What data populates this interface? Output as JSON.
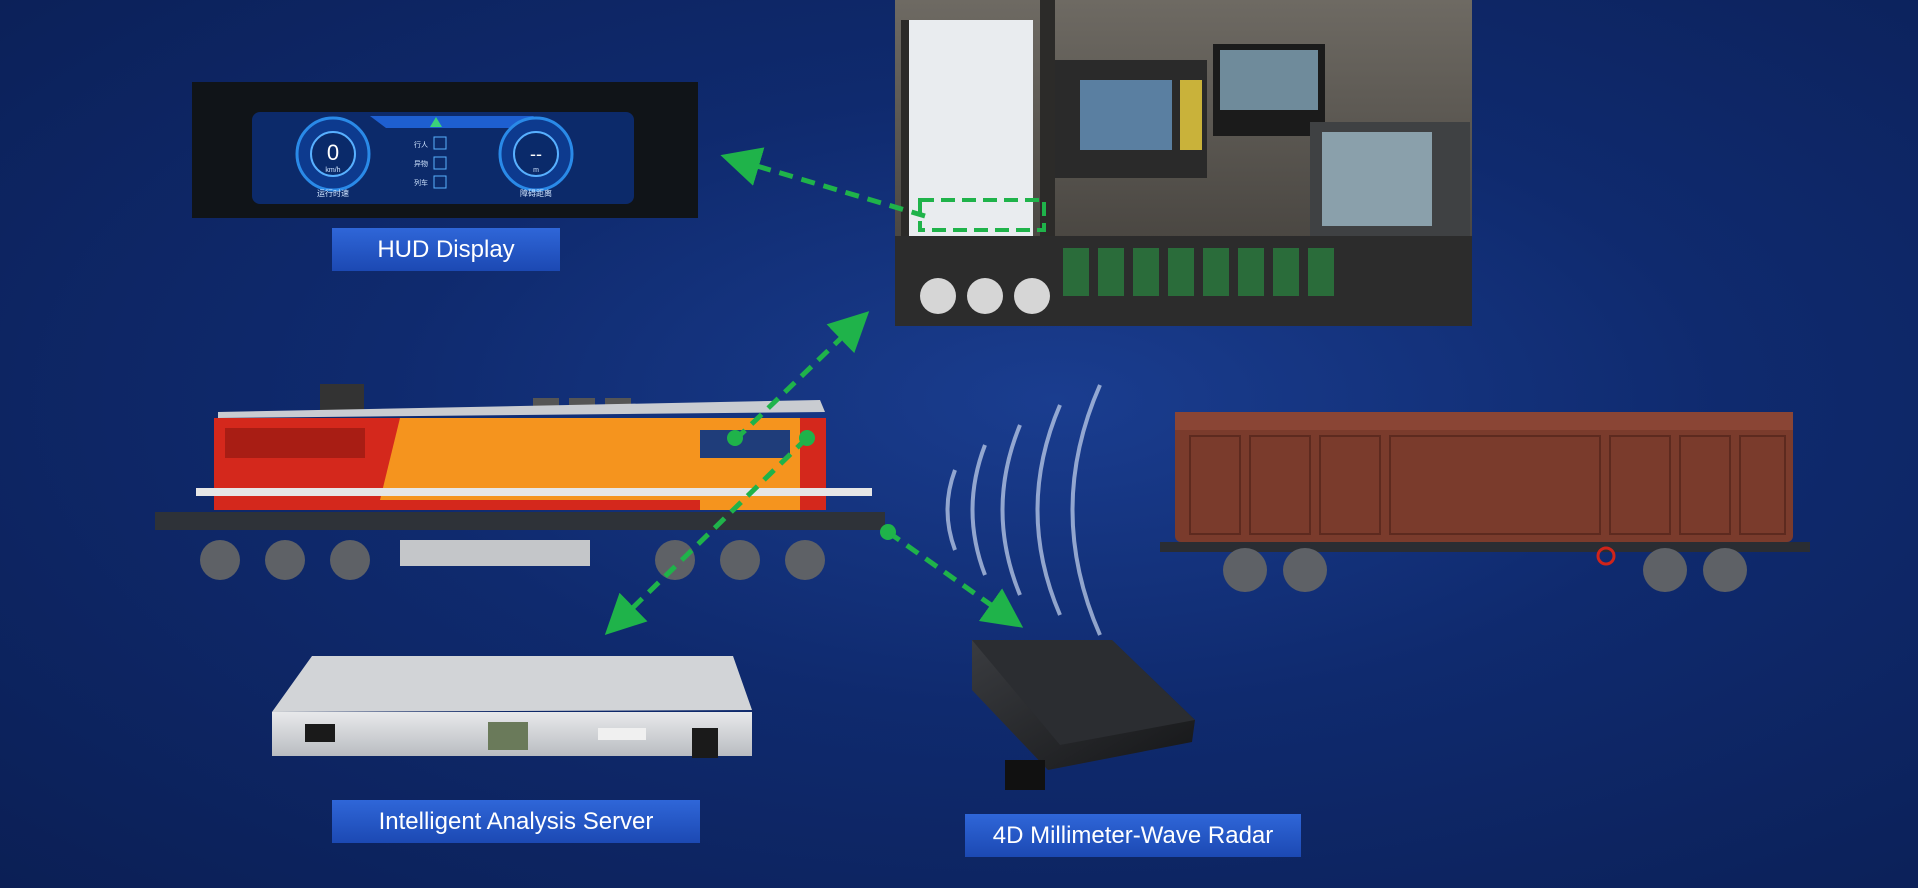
{
  "labels": {
    "hud": "HUD Display",
    "server": "Intelligent Analysis Server",
    "radar": "4D Millimeter-Wave Radar"
  },
  "hud_screen": {
    "speed_value": "0",
    "speed_unit": "km/h",
    "right_gauge_value": "--",
    "right_gauge_unit": "m",
    "left_caption": "运行时速",
    "right_caption": "障碍距离",
    "menu": [
      "行人",
      "异物",
      "列车"
    ]
  },
  "colors": {
    "background": "#0f2a6e",
    "label_bg": "#2f66d8",
    "arrow": "#1fb34a",
    "locomotive_red": "#d4281c",
    "locomotive_orange": "#f5941e",
    "boxcar": "#7a3b2c"
  },
  "icons": [
    "hud-photo",
    "cab-photo",
    "locomotive",
    "boxcar",
    "server-device",
    "radar-device",
    "radar-waves"
  ]
}
